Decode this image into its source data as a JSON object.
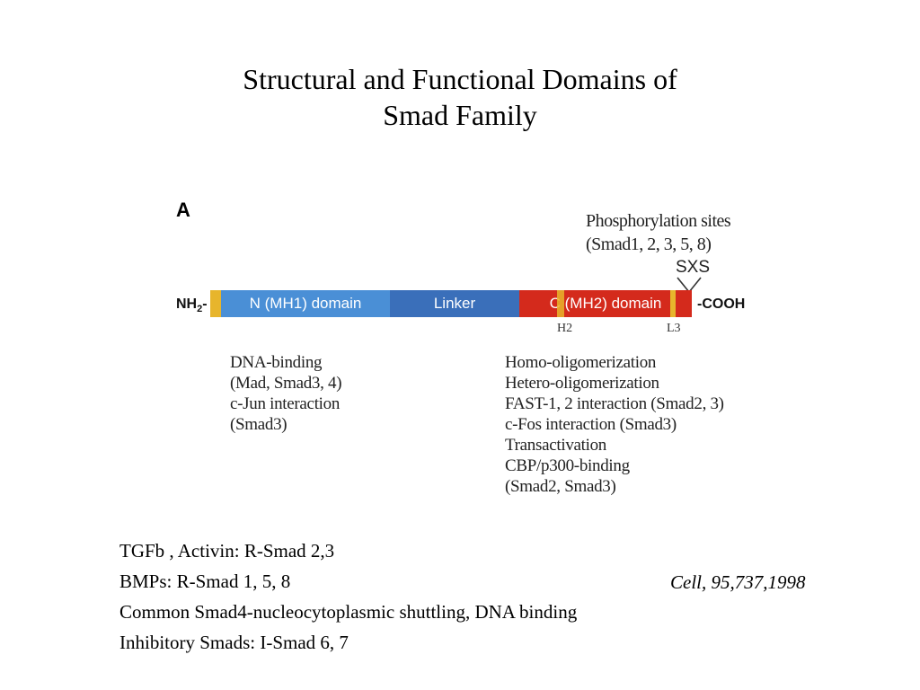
{
  "title": {
    "line1": "Structural and Functional  Domains of",
    "line2": "Smad Family"
  },
  "figure": {
    "panel_letter": "A",
    "phosphorylation": {
      "line1": "Phosphorylation sites",
      "line2": "(Smad1, 2, 3, 5, 8)",
      "motif": "SXS"
    },
    "n_terminus": "NH",
    "n_terminus_subscript": "2",
    "c_terminus": "-COOH",
    "domains": [
      {
        "label": "N (MH1) domain",
        "color": "#4a8fd6"
      },
      {
        "label": "Linker",
        "color": "#3a6fba"
      },
      {
        "label": "C (MH2) domain",
        "color": "#d42a1c"
      }
    ],
    "markers": {
      "h2": "H2",
      "l3": "L3"
    },
    "annotations_left": [
      "DNA-binding",
      "(Mad, Smad3, 4)",
      "c-Jun interaction",
      "(Smad3)"
    ],
    "annotations_right": [
      "Homo-oligomerization",
      "Hetero-oligomerization",
      "FAST-1, 2 interaction (Smad2, 3)",
      "c-Fos interaction (Smad3)",
      "Transactivation",
      "CBP/p300-binding",
      "(Smad2, Smad3)"
    ]
  },
  "notes": [
    "TGFb , Activin: R-Smad 2,3",
    "BMPs: R-Smad 1, 5, 8",
    "Common Smad4-nucleocytoplasmic shuttling, DNA binding",
    "Inhibitory Smads: I-Smad 6, 7"
  ],
  "citation": "Cell, 95,737,1998"
}
